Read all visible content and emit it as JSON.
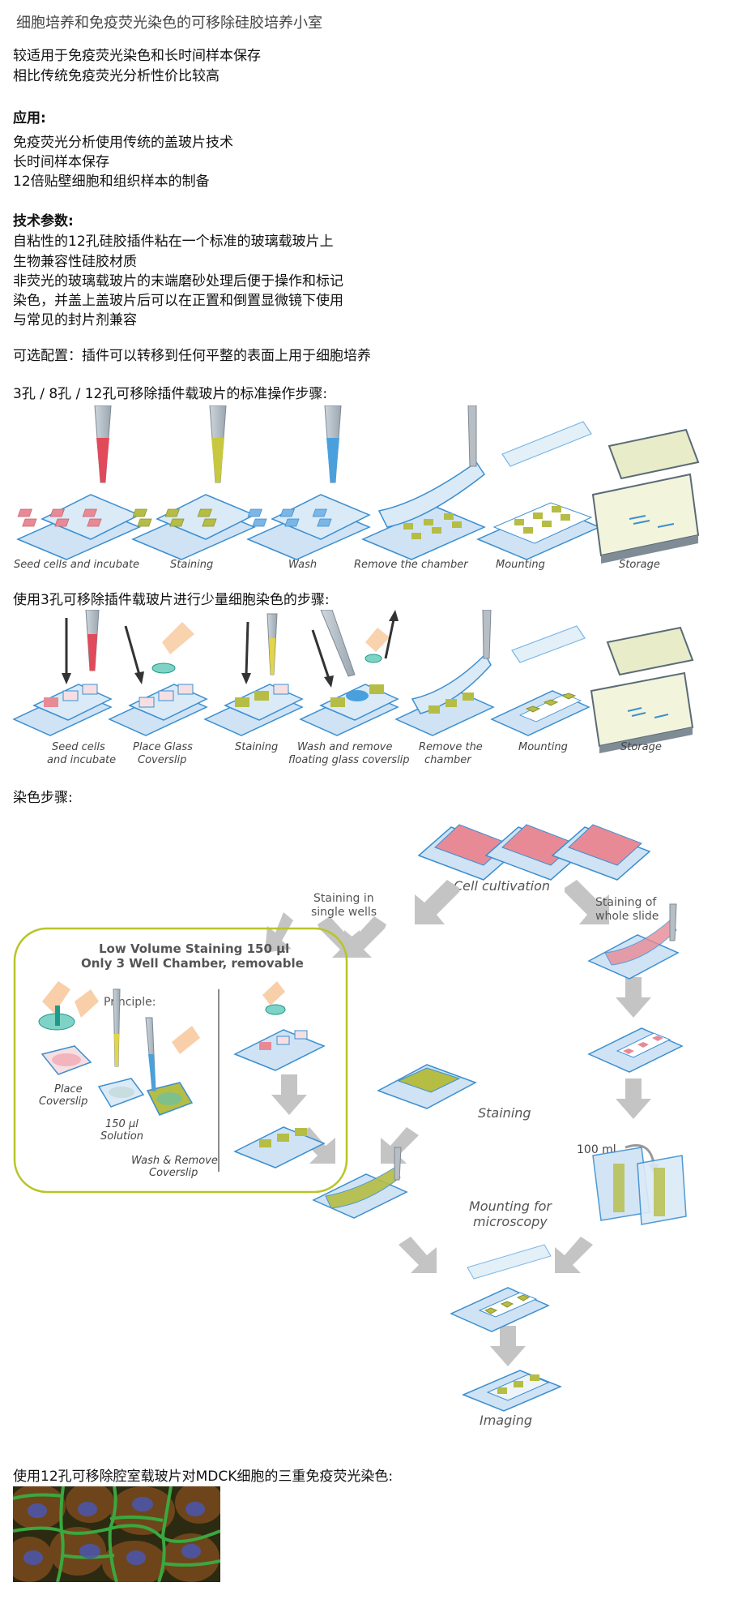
{
  "title": "细胞培养和免疫荧光染色的可移除硅胶培养小室",
  "intro": [
    "较适用于免疫荧光染色和长时间样本保存",
    "相比传统免疫荧光分析性价比较高"
  ],
  "applications": {
    "heading": "应用:",
    "items": [
      "免疫荧光分析使用传统的盖玻片技术",
      "长时间样本保存",
      "12倍贴壁细胞和组织样本的制备"
    ]
  },
  "specs": {
    "heading": "技术参数:",
    "items": [
      "自粘性的12孔硅胶插件粘在一个标准的玻璃载玻片上",
      "生物兼容性硅胶材质",
      "非荧光的玻璃载玻片的末端磨砂处理后便于操作和标记",
      "染色，并盖上盖玻片后可以在正置和倒置显微镜下使用",
      "与常见的封片剂兼容"
    ]
  },
  "optional": "可选配置：插件可以转移到任何平整的表面上用于细胞培养",
  "section1": {
    "heading": "3孔 / 8孔 / 12孔可移除插件载玻片的标准操作步骤:",
    "steps": [
      "Seed cells and incubate",
      "Staining",
      "Wash",
      "Remove the chamber",
      "Mounting",
      "Storage"
    ]
  },
  "section2": {
    "heading": "使用3孔可移除插件载玻片进行少量细胞染色的步骤:",
    "steps": [
      {
        "l1": "Seed cells",
        "l2": "and incubate"
      },
      {
        "l1": "Place Glass",
        "l2": "Coverslip"
      },
      {
        "l1": "Staining",
        "l2": ""
      },
      {
        "l1": "Wash and remove",
        "l2": "floating glass coverslip"
      },
      {
        "l1": "Remove the",
        "l2": "chamber"
      },
      {
        "l1": "Mounting",
        "l2": ""
      },
      {
        "l1": "Storage",
        "l2": ""
      }
    ]
  },
  "section3": {
    "heading": "染色步骤:",
    "cell_cultivation": "Cell cultivation",
    "single_l1": "Staining in",
    "single_l2": "single wells",
    "whole_l1": "Staining of",
    "whole_l2": "whole slide",
    "box_title_l1": "Low Volume Staining 150 µl",
    "box_title_l2": "Only 3 Well Chamber, removable",
    "principle": "Principle:",
    "place_l1": "Place",
    "place_l2": "Coverslip",
    "solution_l1": "150 µl",
    "solution_l2": "Solution",
    "wash_l1": "Wash & Remove",
    "wash_l2": "Coverslip",
    "staining": "Staining",
    "volume": "100 ml",
    "mounting_l1": "Mounting for",
    "mounting_l2": "microscopy",
    "imaging": "Imaging"
  },
  "section4": {
    "heading": "使用12孔可移除腔室载玻片对MDCK细胞的三重免疫荧光染色:"
  },
  "colors": {
    "slide_blue": "#3b8fd0",
    "well_pink": "#e88a96",
    "well_yellow": "#b5bd44",
    "arrow_gray": "#c4c4c4",
    "box_border": "#b8c526"
  }
}
